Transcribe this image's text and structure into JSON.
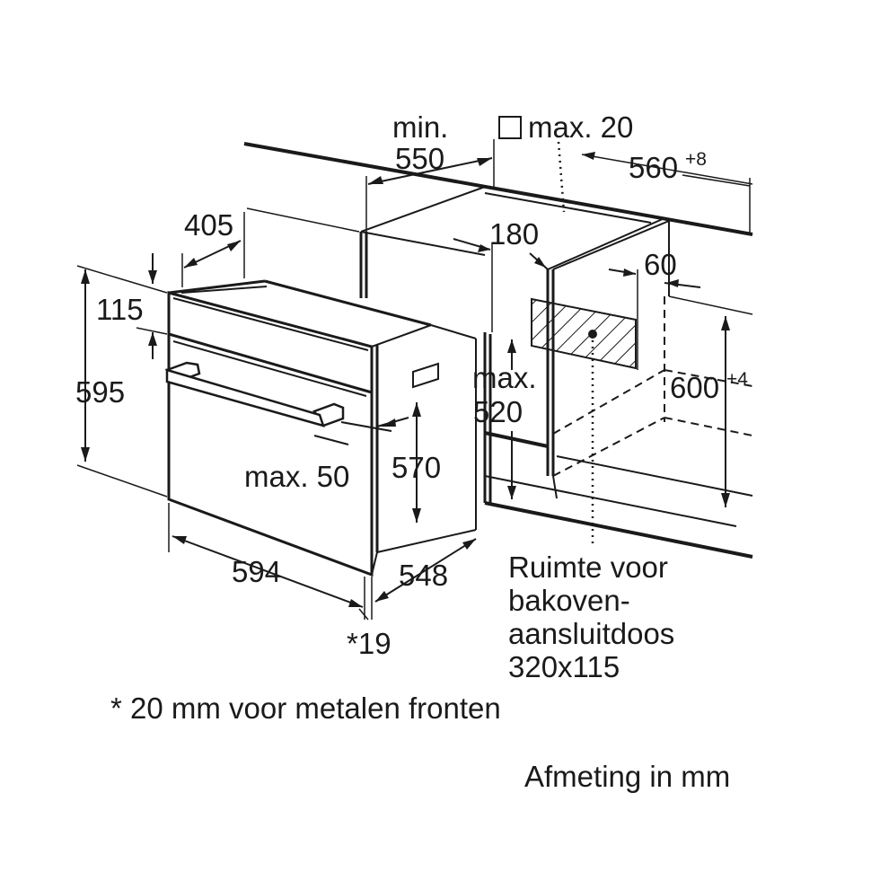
{
  "dimensions": {
    "cabinet_min_depth_top": "min.",
    "cabinet_min_depth_value": "550",
    "ventilation_max_label": "max. 20",
    "niche_width_value": "560",
    "niche_width_tolerance": "+8",
    "oven_depth_top": "405",
    "vent_gap": "180",
    "rear_gap": "60",
    "panel_height": "115",
    "total_height": "595",
    "cutout_max_label": "max.",
    "cutout_max_value": "520",
    "niche_height_value": "600",
    "niche_height_tolerance": "+4",
    "handle_max_label": "max. 50",
    "oven_body_height": "570",
    "oven_width": "594",
    "oven_depth": "548",
    "front_thickness": "*19"
  },
  "socket_note": {
    "line1": "Ruimte voor",
    "line2": "bakoven-",
    "line3": "aansluitdoos",
    "line4": "320x115"
  },
  "footnote": "* 20 mm voor metalen fronten",
  "units_note": "Afmeting in mm"
}
